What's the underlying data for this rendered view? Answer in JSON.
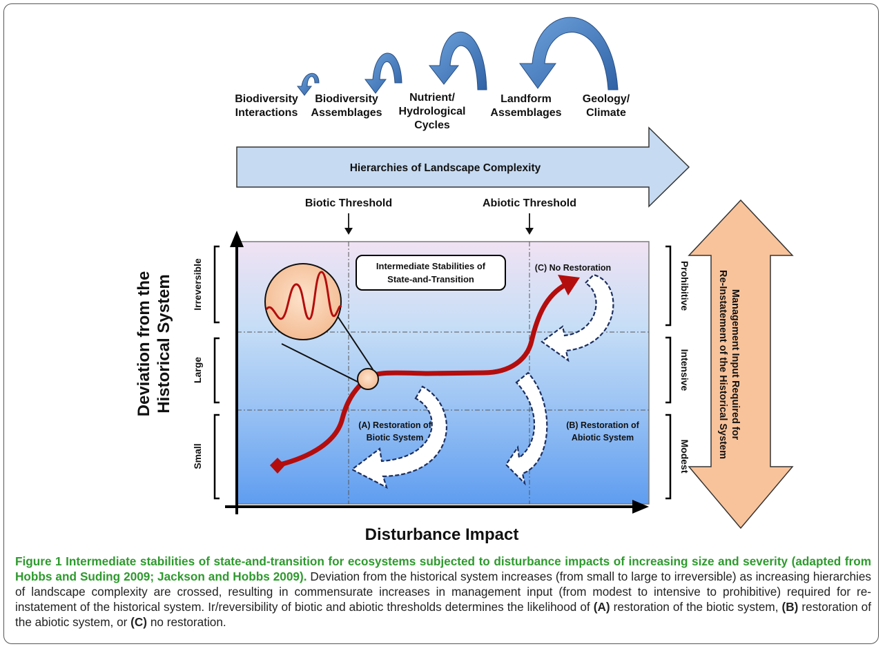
{
  "hierarchy": {
    "arrow_label": "Hierarchies of Landscape Complexity",
    "levels": [
      {
        "line1": "Biodiversity",
        "line2": "Interactions",
        "line3": ""
      },
      {
        "line1": "Biodiversity",
        "line2": "Assemblages",
        "line3": ""
      },
      {
        "line1": "Nutrient/",
        "line2": "Hydrological",
        "line3": "Cycles"
      },
      {
        "line1": "Landform",
        "line2": "Assemblages",
        "line3": ""
      },
      {
        "line1": "Geology/",
        "line2": "Climate",
        "line3": ""
      }
    ]
  },
  "thresholds": {
    "biotic": "Biotic Threshold",
    "abiotic": "Abiotic Threshold"
  },
  "axes": {
    "y_title_line1": "Deviation from the",
    "y_title_line2": "Historical System",
    "x_title": "Disturbance Impact"
  },
  "deviation_levels": [
    "Irreversible",
    "Large",
    "Small"
  ],
  "management_levels": [
    "Prohibitive",
    "Intensive",
    "Modest"
  ],
  "management_arrow": {
    "line1": "Management Input Required for",
    "line2": "Re-Instatement of the Historical System"
  },
  "box_label": {
    "line1": "Intermediate Stabilities of",
    "line2": "State-and-Transition"
  },
  "restorations": {
    "a_line1": "(A) Restoration of",
    "a_line2": "Biotic System",
    "b_line1": "(B) Restoration of",
    "b_line2": "Abiotic System",
    "c": "(C) No Restoration"
  },
  "caption": {
    "title": "Figure 1 Intermediate stabilities of state-and-transition for ecosystems subjected to disturbance impacts of increasing size and severity (adapted from Hobbs and Suding 2009; Jackson and Hobbs 2009).",
    "text1": " Deviation from the historical system increases (from small to large to irreversible) as increasing hierarchies of landscape complexity are crossed, resulting in commensurate increases in management input (from modest to intensive to prohibitive) required for re-instatement of the historical system. Ir/reversibility of biotic and abiotic thresholds determines the likelihood of ",
    "a": "(A)",
    "text2": " restoration of the biotic system, ",
    "b": "(B)",
    "text3": " restoration of the abiotic system, or ",
    "c": "(C)",
    "text4": " no restoration."
  },
  "colors": {
    "accent_blue": "#4f86c6",
    "curve_red": "#b40d0d",
    "orange_arrow": "#f8c39b",
    "caption_title": "#2e9a2e"
  }
}
